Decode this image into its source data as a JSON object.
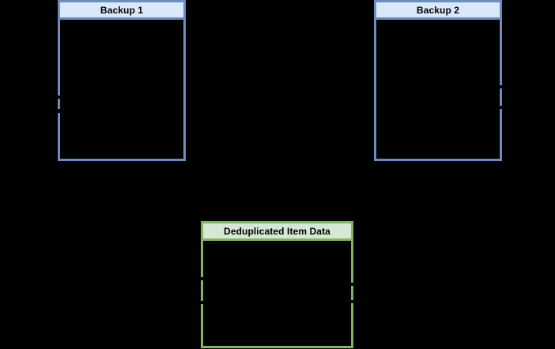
{
  "diagram": {
    "background_color": "#000000",
    "boxes": [
      {
        "id": "backup1",
        "title": "Backup 1",
        "header_fill": "#dae8fc",
        "border_color": "#6c8ebf",
        "body_fill": "#000000",
        "title_color": "#000000"
      },
      {
        "id": "backup2",
        "title": "Backup 2",
        "header_fill": "#dae8fc",
        "border_color": "#6c8ebf",
        "body_fill": "#000000",
        "title_color": "#000000"
      },
      {
        "id": "dedup",
        "title": "Deduplicated Item Data",
        "header_fill": "#d5e8d4",
        "border_color": "#82b366",
        "body_fill": "#000000",
        "title_color": "#000000"
      }
    ]
  }
}
